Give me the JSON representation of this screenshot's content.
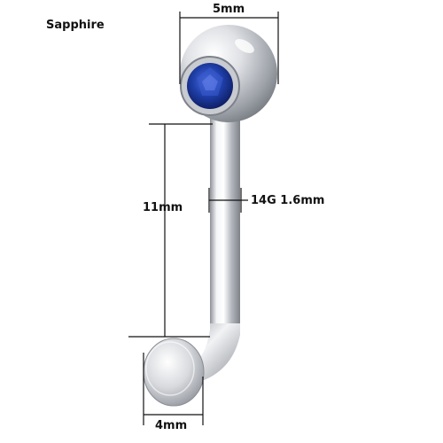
{
  "product": {
    "stone_color_name": "Sapphire",
    "stone_color": "#1f3fa8",
    "metal_color": "#c9ccd1"
  },
  "dimensions": {
    "ball_diameter": "5mm",
    "bar_length": "11mm",
    "gauge": "14G 1.6mm",
    "disc_diameter": "4mm"
  }
}
